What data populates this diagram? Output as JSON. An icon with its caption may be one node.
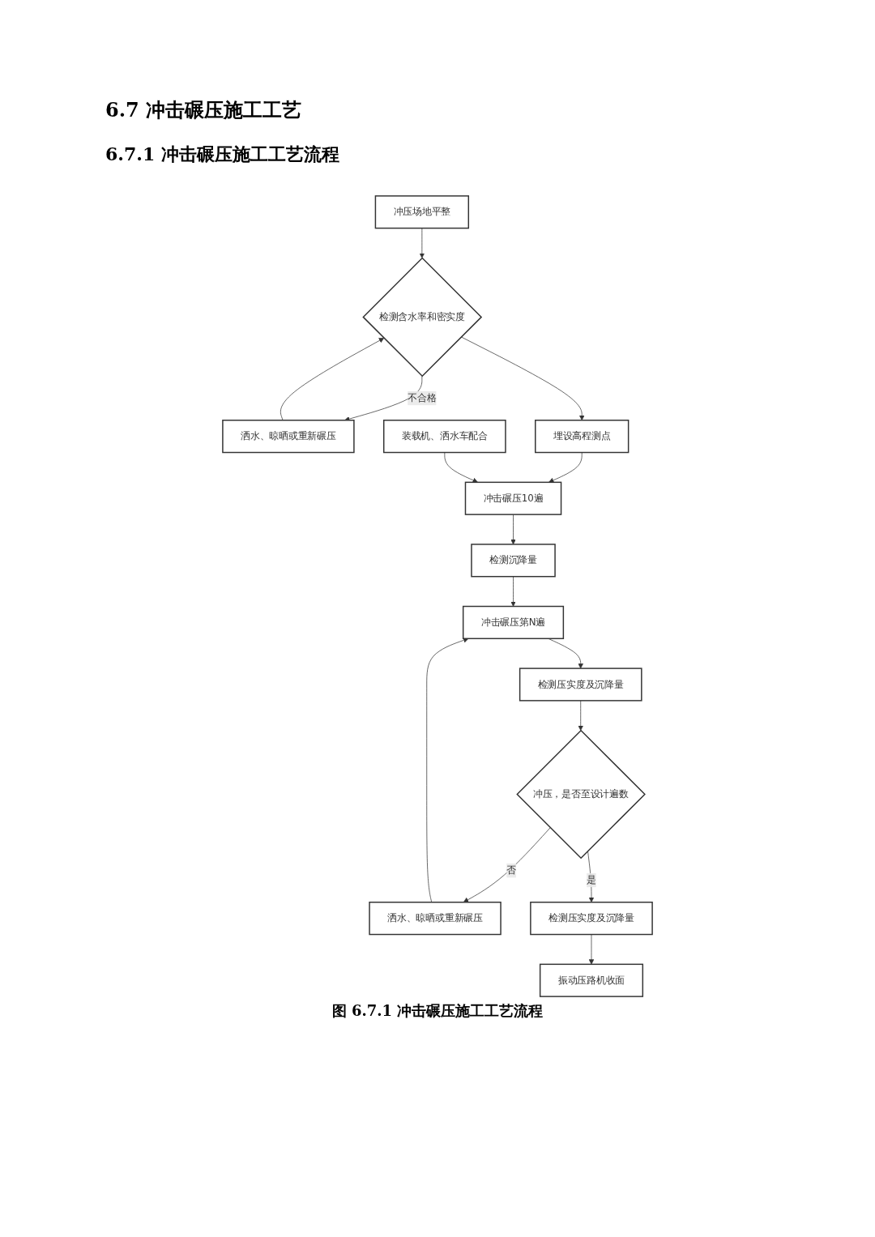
{
  "diagram": {
    "title": "6.7 冲击碾压施工工艺",
    "caption": "图 6.7.1 冲击碾压施工工艺流程",
    "nodes": [
      {
        "text": [
          "冲压场地平整"
        ]
      },
      {
        "text": [
          "检测含水率和密实度"
        ]
      },
      {
        "text": [
          "洒水、晾晒或重新碾压"
        ]
      },
      {
        "text": [
          "埋设高程测点"
        ]
      },
      {
        "text": [
          "冲击碾压10遍"
        ]
      },
      {
        "text": [
          "装载机、洒水车配合"
        ]
      },
      {
        "text": [
          "检测沉降量"
        ]
      },
      {
        "text": [
          "冲击碾压第N遍"
        ]
      },
      {
        "text": [
          "检测压实度及沉降量"
        ]
      },
      {
        "text": [
          "洒水、晾晒或重新碾压"
        ]
      },
      {
        "text": [
          "冲压，是否至设计遍数"
        ]
      },
      {
        "text": [
          "检测压实度及沉降量"
        ]
      },
      {
        "text": [
          "振动压路机收面"
        ]
      }
    ],
    "edges": [
      {
        "from": 0,
        "to": 1,
        "arrow": "to"
      },
      {
        "from": 1,
        "to": 2,
        "arrow": "to",
        "label": "不合格"
      },
      {
        "from": 2,
        "to": 1,
        "arrow": "to"
      },
      {
        "from": 1,
        "to": 3,
        "arrow": "to"
      },
      {
        "from": 3,
        "to": 4,
        "arrow": "to"
      },
      {
        "from": 5,
        "to": 4,
        "arrow": "to"
      },
      {
        "from": 4,
        "to": 6,
        "arrow": "to"
      },
      {
        "from": 6,
        "to": 7,
        "arrow": "to"
      },
      {
        "from": 7,
        "to": 8,
        "arrow": "to"
      },
      {
        "from": 8,
        "to": 10,
        "arrow": "to"
      },
      {
        "from": 10,
        "to": 9,
        "arrow": "to",
        "label": "否"
      },
      {
        "from": 9,
        "to": 7,
        "arrow": "to"
      },
      {
        "from": 10,
        "to": 11,
        "arrow": "to",
        "label": "是"
      },
      {
        "from": 11,
        "to": 12,
        "arrow": "to"
      }
    ],
    "labels": [
      "6.7.1 冲击碾压施工工艺流程"
    ]
  }
}
